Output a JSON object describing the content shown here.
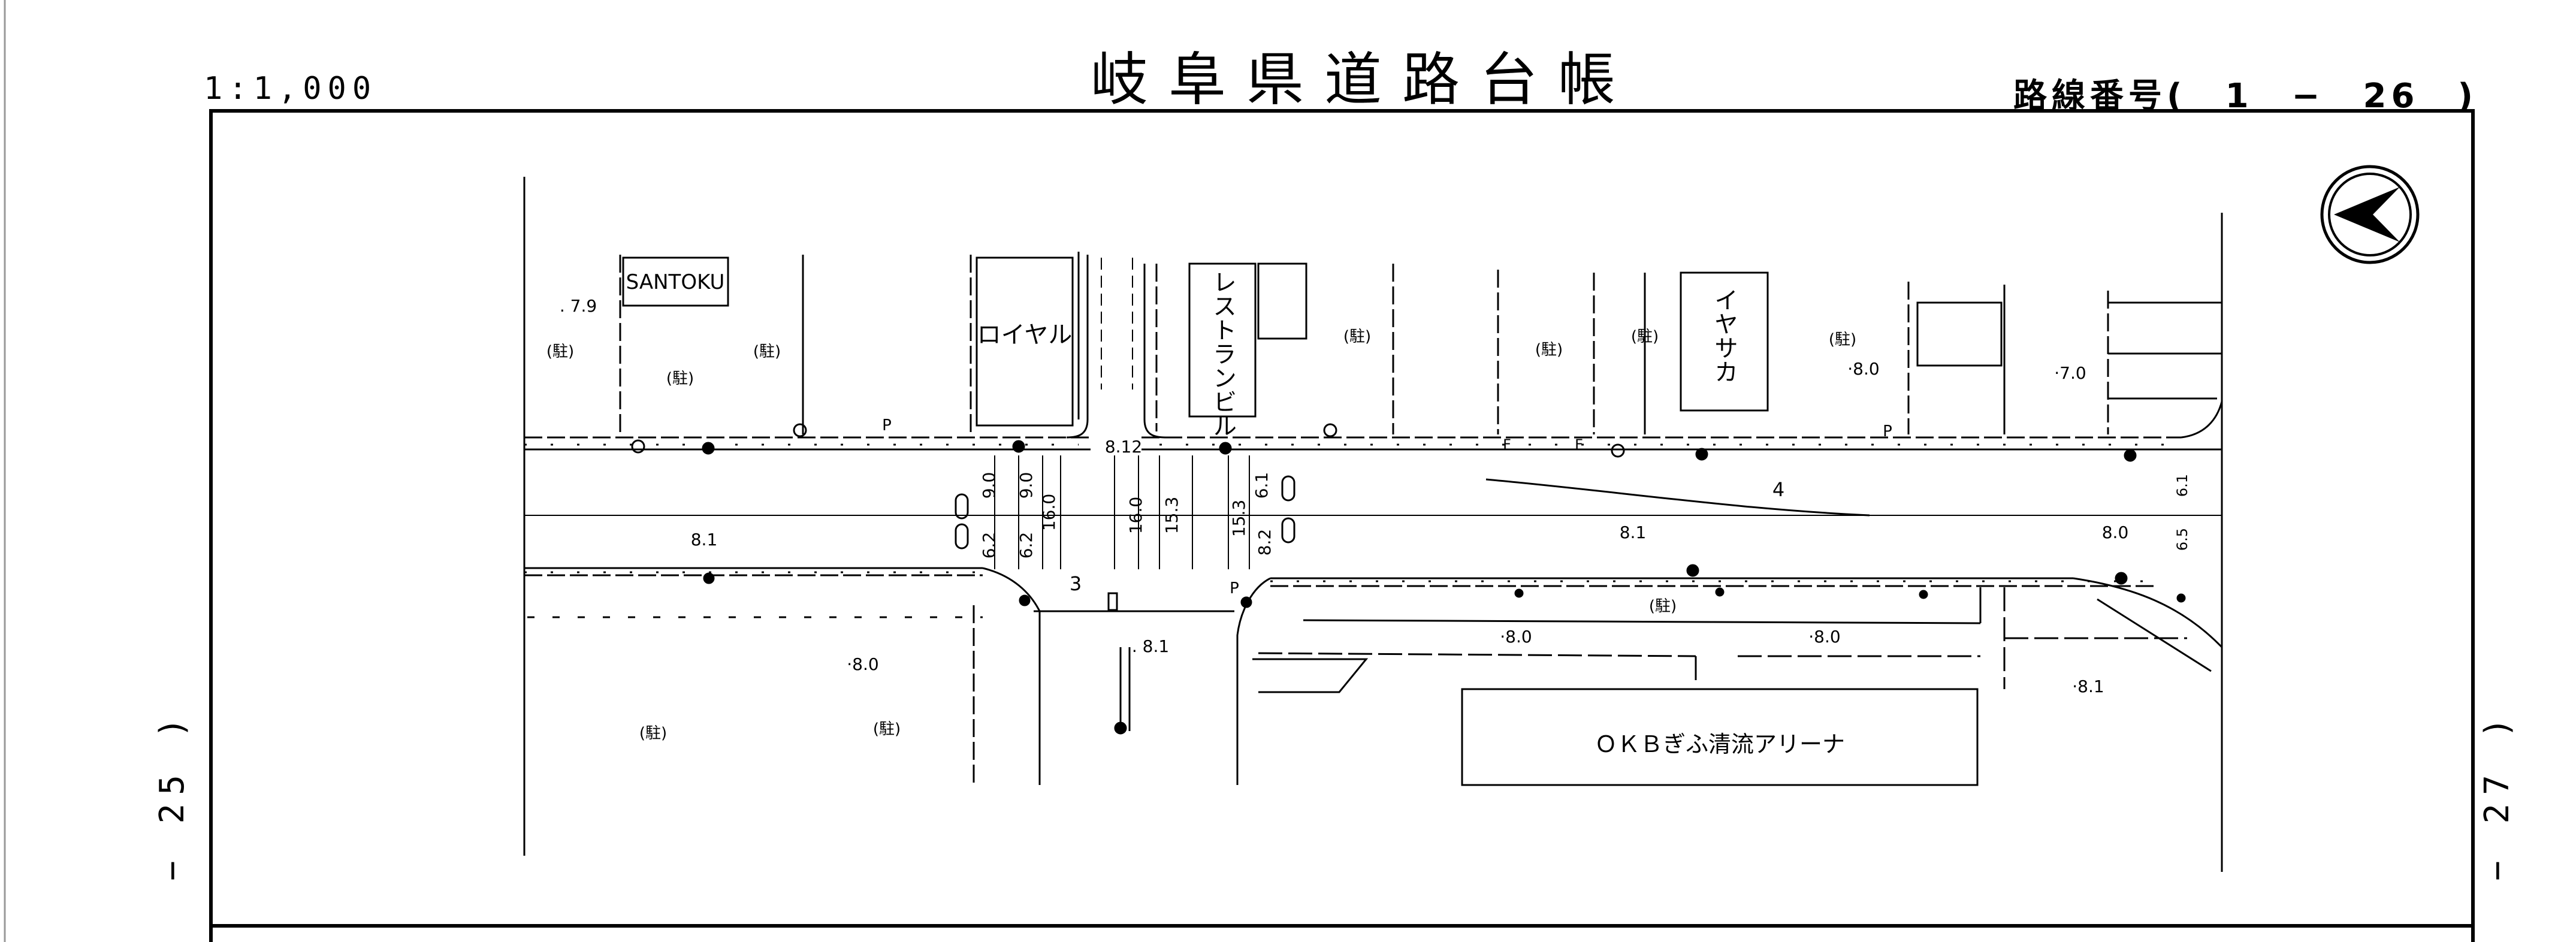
{
  "header": {
    "title": "岐阜県道路台帳",
    "scale": "1:1,000",
    "route_number": "路線番号(　1　−　26　)"
  },
  "side": {
    "left": "− 25 )",
    "right": "− 27 )"
  },
  "map": {
    "buildings": {
      "santoku": "SANTOKU",
      "royal": "ロイヤル",
      "restaurant": "レストランビル",
      "iyasaka": "イヤサカ",
      "arena": "ＯＫＢぎふ清流アリーナ"
    },
    "parking_label": "(駐)",
    "elevations": [
      ". 7.9",
      "8.12",
      "8.1",
      "8.1",
      "8.0",
      "·8.0",
      "·7.0",
      "·8.0",
      "·8.0",
      "·8.0",
      ". 8.1",
      "·8.1",
      "6.1",
      "6.5"
    ],
    "widths": [
      "9.0",
      "9.0",
      "16.0",
      "16.0",
      "15.3",
      "15.3",
      "6.1",
      "6.2",
      "6.2",
      "8.2"
    ],
    "markers": [
      "3",
      "4",
      "P",
      "F"
    ]
  }
}
